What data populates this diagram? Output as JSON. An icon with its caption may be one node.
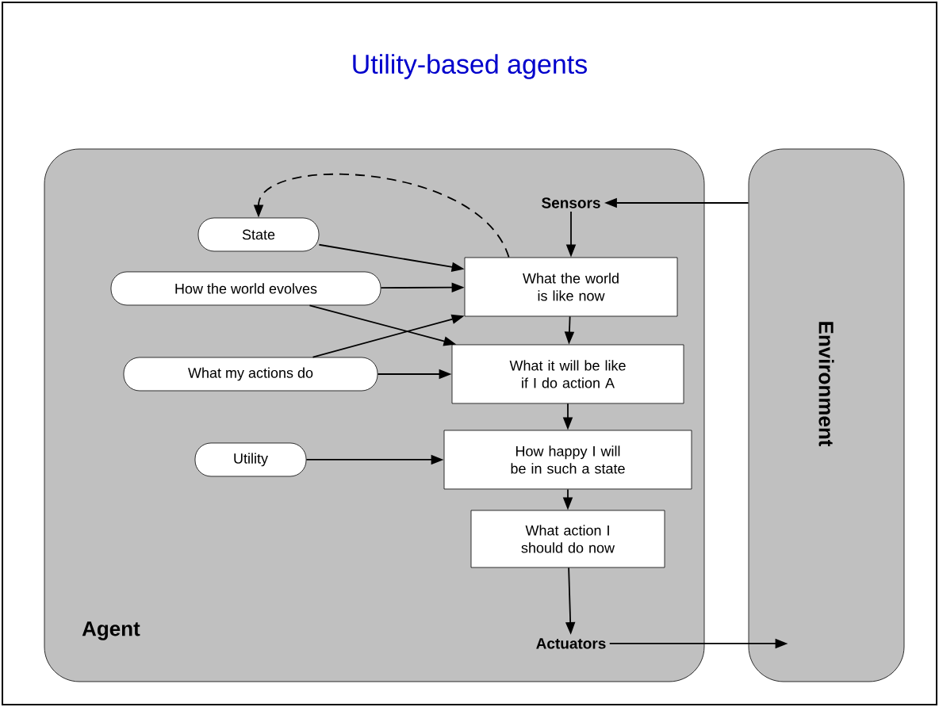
{
  "diagram": {
    "title": "Utility-based agents",
    "nodes": [
      {
        "text": [
          "Agent"
        ]
      },
      {
        "text": [
          "Environment"
        ]
      },
      {
        "text": [
          "Sensors"
        ],
        "in": 0
      },
      {
        "text": [
          "State"
        ],
        "in": 0
      },
      {
        "text": [
          "How the world evolves"
        ],
        "in": 0
      },
      {
        "text": [
          "What my actions do"
        ],
        "in": 0
      },
      {
        "text": [
          "Utility"
        ],
        "in": 0
      },
      {
        "text": [
          "What the world is like now"
        ],
        "in": 0
      },
      {
        "text": [
          "What it will be like if I do action A"
        ],
        "in": 0
      },
      {
        "text": [
          "How happy I will be in such a state"
        ],
        "in": 0
      },
      {
        "text": [
          "What action I should do now"
        ],
        "in": 0
      },
      {
        "text": [
          "Actuators"
        ],
        "in": 0
      }
    ],
    "edges": [
      {
        "from": 1,
        "to": 2,
        "arrow": "to"
      },
      {
        "from": 2,
        "to": 7,
        "arrow": "to"
      },
      {
        "from": 3,
        "to": 7,
        "arrow": "to"
      },
      {
        "from": 4,
        "to": 7,
        "arrow": "to"
      },
      {
        "from": 4,
        "to": 8,
        "arrow": "to"
      },
      {
        "from": 5,
        "to": 7,
        "arrow": "to"
      },
      {
        "from": 5,
        "to": 8,
        "arrow": "to"
      },
      {
        "from": 7,
        "to": 8,
        "arrow": "to"
      },
      {
        "from": 6,
        "to": 9,
        "arrow": "to"
      },
      {
        "from": 8,
        "to": 9,
        "arrow": "to"
      },
      {
        "from": 9,
        "to": 10,
        "arrow": "to"
      },
      {
        "from": 10,
        "to": 11,
        "arrow": "to"
      },
      {
        "from": 11,
        "to": 1,
        "arrow": "to"
      },
      {
        "from": 7,
        "to": 3,
        "arrow": "to",
        "style": "dashed"
      }
    ]
  }
}
